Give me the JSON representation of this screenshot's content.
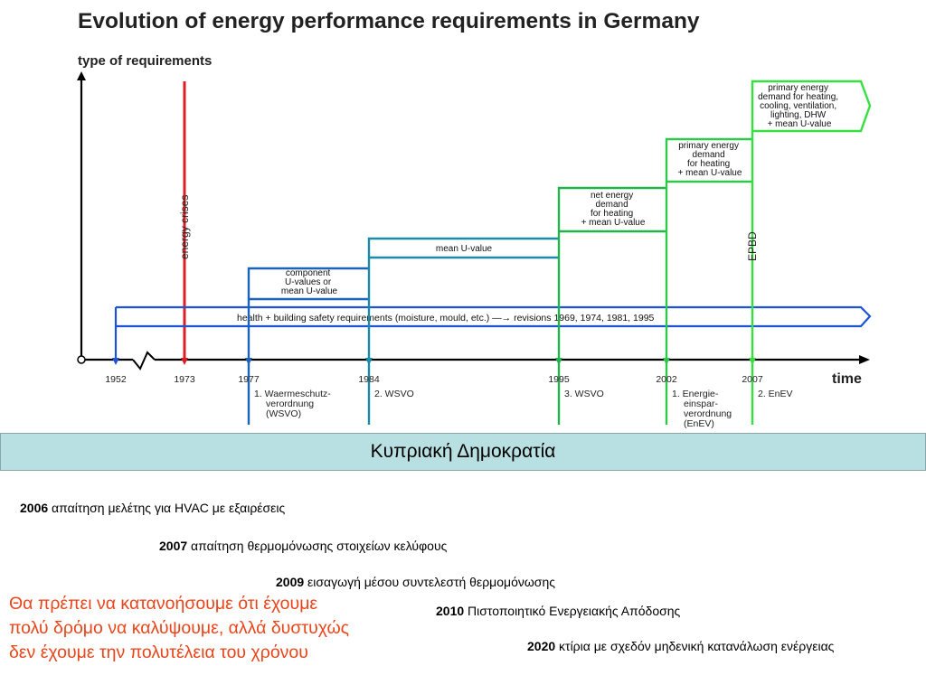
{
  "diagram": {
    "title": "Evolution of energy performance requirements in Germany",
    "y_axis_label": "type of requirements",
    "x_axis_label": "time",
    "years": [
      "1952",
      "1973",
      "1977",
      "1984",
      "1995",
      "2002",
      "2007"
    ],
    "energy_crises_label": "energy crises",
    "epbd_label": "EPBD",
    "health_arrow_text": "health + building safety requirements (moisture, mould, etc.) —→ revisions 1969, 1974, 1981, 1995",
    "boxes": [
      {
        "lines": [
          "component",
          "U-values or",
          "mean U-value"
        ]
      },
      {
        "lines": [
          "mean U-value"
        ]
      },
      {
        "lines": [
          "net energy",
          "demand",
          "for heating",
          "+ mean U-value"
        ]
      },
      {
        "lines": [
          "primary energy",
          "demand",
          "for heating",
          "+ mean U-value"
        ]
      },
      {
        "lines": [
          "primary energy",
          "demand for heating,",
          "cooling, ventilation,",
          "lighting, DHW",
          "+ mean U-value"
        ]
      }
    ],
    "regulations": [
      {
        "lines": [
          "1. Waermeschutz-",
          "verordnung",
          "(WSVO)"
        ]
      },
      {
        "lines": [
          "2. WSVO"
        ]
      },
      {
        "lines": [
          "3. WSVO"
        ]
      },
      {
        "lines": [
          "1. Energie-",
          "einspar-",
          "verordnung",
          "(EnEV)"
        ]
      },
      {
        "lines": [
          "2. EnEV"
        ]
      }
    ],
    "colors": {
      "axis": "#000000",
      "crisis": "#dc1f26",
      "blue": "#1a63b8",
      "teal": "#1a8ba8",
      "green_dark": "#21b24b",
      "green_light": "#36e040"
    }
  },
  "banner": "Κυπριακή Δημοκρατία",
  "timeline": [
    {
      "year": "2006",
      "text": " απαίτηση μελέτης για HVAC με εξαιρέσεις"
    },
    {
      "year": "2007",
      "text": " απαίτηση θερμομόνωσης στοιχείων κελύφους"
    },
    {
      "year": "2009",
      "text": " εισαγωγή μέσου συντελεστή θερμομόνωσης"
    },
    {
      "year": "2010",
      "text": " Πιστοποιητικό Ενεργειακής Απόδοσης"
    },
    {
      "year": "2020",
      "text": " κτίρια με σχεδόν μηδενική κατανάλωση ενέργειας"
    }
  ],
  "note": "Θα πρέπει να κατανοήσουμε ότι έχουμε πολύ δρόμο να καλύψουμε, αλλά δυστυχώς δεν έχουμε την πολυτέλεια του χρόνου"
}
